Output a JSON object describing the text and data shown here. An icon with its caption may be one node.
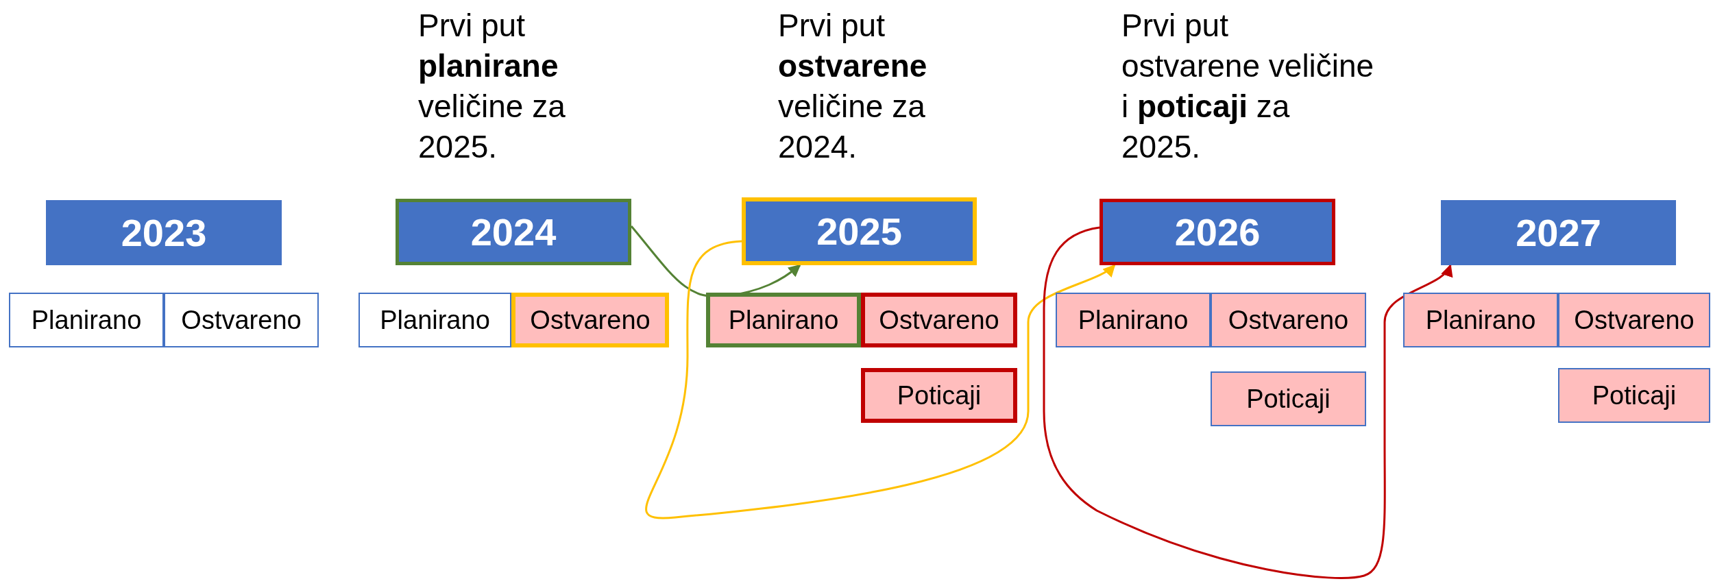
{
  "diagram": {
    "nodes": [
      {
        "text": [
          "2023"
        ]
      },
      {
        "text": [
          "Planirano"
        ]
      },
      {
        "text": [
          "Ostvareno"
        ]
      },
      {
        "text": [
          "2024"
        ],
        "beside": [
          "Prvi put **planirane** veličine za 2025."
        ]
      },
      {
        "text": [
          "Planirano"
        ]
      },
      {
        "text": [
          "Ostvareno"
        ]
      },
      {
        "text": [
          "2025"
        ],
        "beside": [
          "Prvi put **ostvarene** veličine za 2024."
        ]
      },
      {
        "text": [
          "Planirano"
        ]
      },
      {
        "text": [
          "Ostvareno"
        ]
      },
      {
        "text": [
          "Poticaji"
        ]
      },
      {
        "text": [
          "2026"
        ],
        "beside": [
          "Prvi put ostvarene veličine i **poticaji** za 2025."
        ]
      },
      {
        "text": [
          "Planirano"
        ]
      },
      {
        "text": [
          "Ostvareno"
        ]
      },
      {
        "text": [
          "Poticaji"
        ]
      },
      {
        "text": [
          "2027"
        ]
      },
      {
        "text": [
          "Planirano"
        ]
      },
      {
        "text": [
          "Ostvareno"
        ]
      },
      {
        "text": [
          "Poticaji"
        ]
      }
    ],
    "edges": [
      {
        "from": 3,
        "to": 6,
        "arrow": "to",
        "color": "#548235"
      },
      {
        "from": 6,
        "to": 10,
        "arrow": "to",
        "color": "#ffc000"
      },
      {
        "from": 10,
        "to": 14,
        "arrow": "to",
        "color": "#c00000"
      }
    ]
  }
}
